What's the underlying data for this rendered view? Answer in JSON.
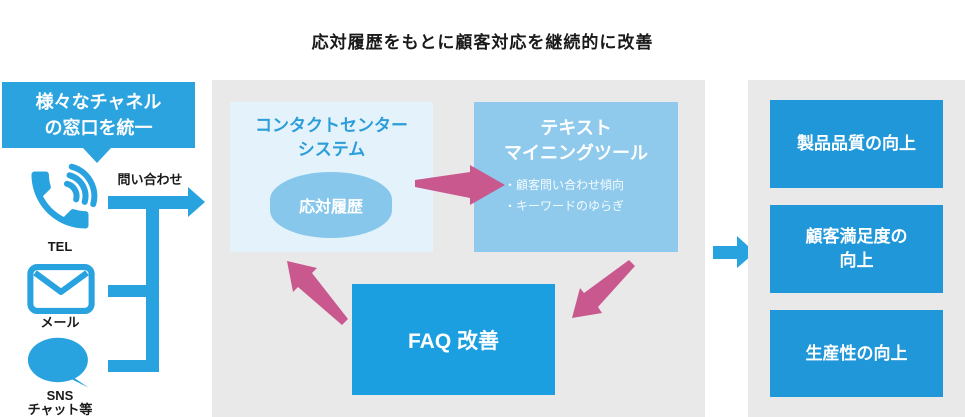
{
  "title": "応対履歴をもとに顧客対応を継続的に改善",
  "channels": {
    "header_line1": "様々なチャネル",
    "header_line2": "の窓口を統一",
    "inquiry_label": "問い合わせ",
    "tel_label": "TEL",
    "mail_label": "メール",
    "sns_label_line1": "SNS",
    "sns_label_line2": "チャット等"
  },
  "cycle": {
    "contact_center": {
      "title_line1": "コンタクトセンター",
      "title_line2": "システム",
      "database_label": "応対履歴"
    },
    "text_mining": {
      "title_line1": "テキスト",
      "title_line2": "マイニングツール",
      "bullets": [
        "・顧客問い合わせ傾向",
        "・キーワードのゆらぎ"
      ]
    },
    "faq": {
      "label": "FAQ 改善"
    }
  },
  "outcomes": [
    {
      "lines": [
        "製品品質の向上",
        ""
      ]
    },
    {
      "lines": [
        "顧客満足度の",
        "向上"
      ]
    },
    {
      "lines": [
        "生産性の向上",
        ""
      ]
    }
  ],
  "colors": {
    "primary_blue": "#29A3E0",
    "header_blue": "#2BA3DE",
    "faq_blue": "#1C9FE0",
    "outcome_blue": "#2097D8",
    "text_mining_blue": "#8FCAEC",
    "contact_center_pale_blue": "#E4F2FB",
    "cylinder_blue": "#87C7EB",
    "accent_pink": "#C9588F",
    "panel_gray": "#E9E9E9",
    "cc_title_blue": "#2B9DD9",
    "title_text": "#1A1A1A"
  }
}
